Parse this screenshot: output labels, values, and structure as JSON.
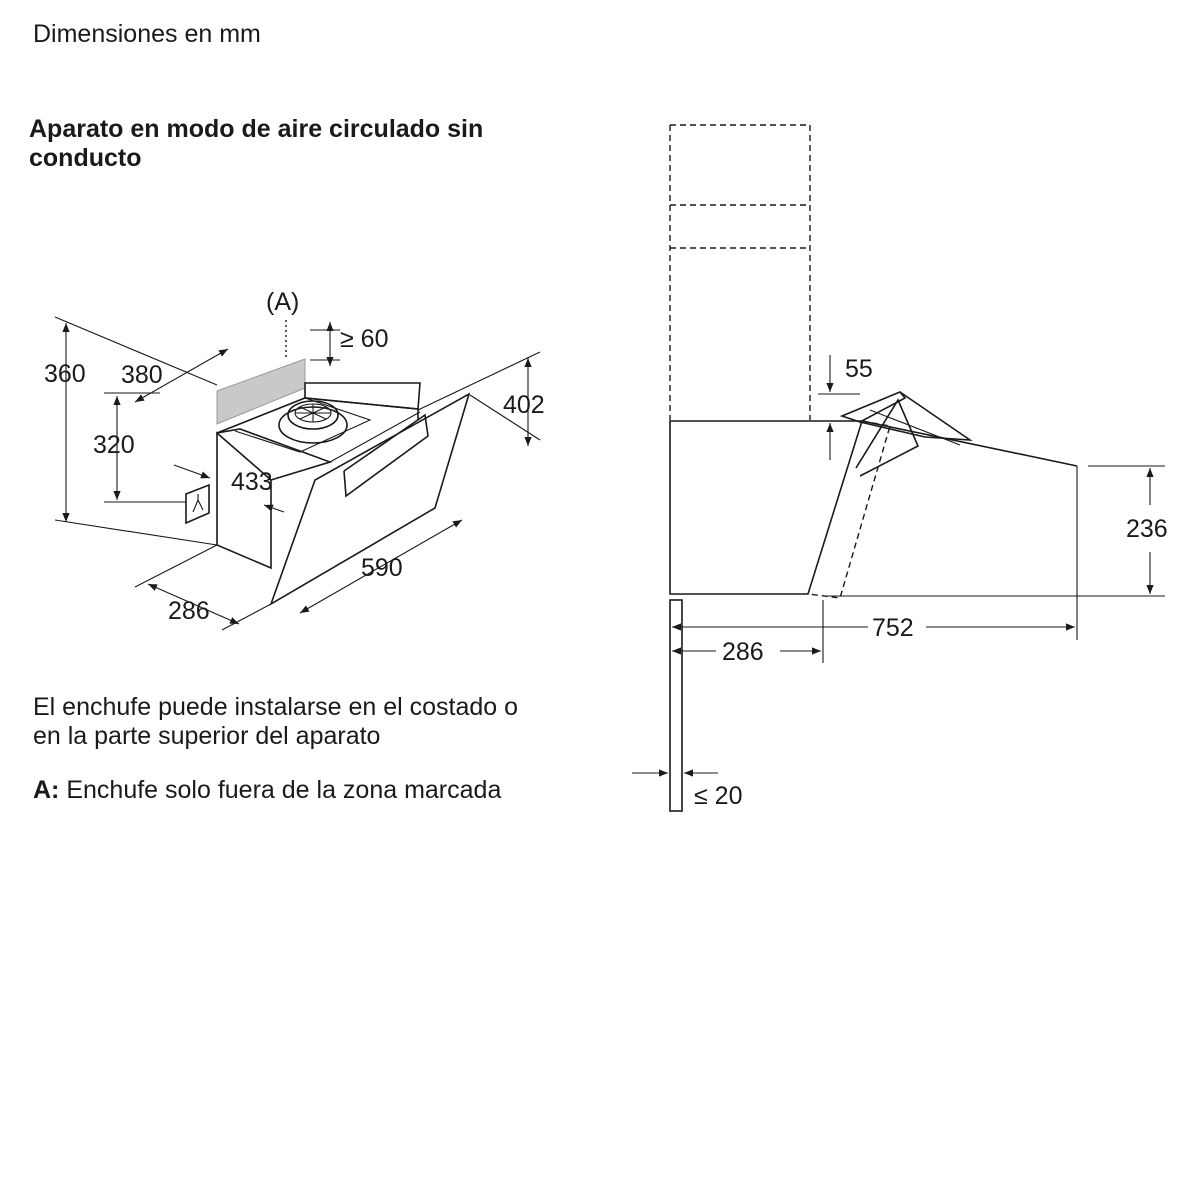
{
  "header": {
    "units": "Dimensiones en mm",
    "heading_line1": "Aparato en modo de aire circulado sin",
    "heading_line2": "conducto"
  },
  "notes": {
    "plug_line1": "El enchufe puede instalarse en el costado o",
    "plug_line2": "en la parte superior del aparato",
    "zone_key": "A:",
    "zone_text": "Enchufe solo fuera de la zona marcada"
  },
  "iso_view": {
    "zone_label": "(A)",
    "dims": {
      "height_total": "360",
      "depth_top": "380",
      "clearance": "≥ 60",
      "height_right": "402",
      "height_inner": "320",
      "depth_inner": "433",
      "width": "590",
      "depth_bottom": "286"
    }
  },
  "side_view": {
    "dims": {
      "gap_top": "55",
      "height_front": "236",
      "depth_total": "752",
      "depth_base": "286",
      "wall_gap": "≤ 20"
    }
  }
}
